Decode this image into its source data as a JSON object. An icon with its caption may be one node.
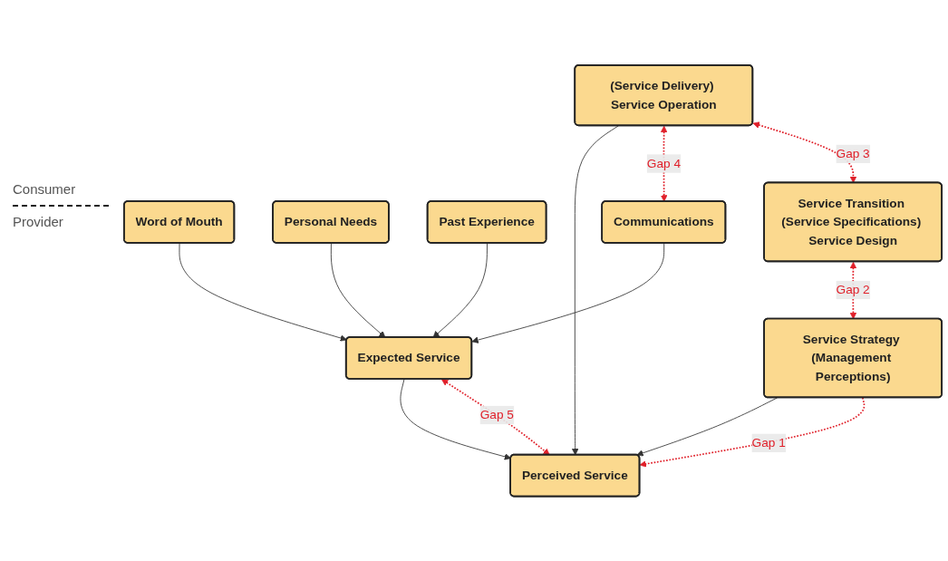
{
  "diagram": {
    "nodes": [
      {
        "text": [
          "Word of Mouth"
        ]
      },
      {
        "text": [
          "Personal Needs"
        ]
      },
      {
        "text": [
          "Past Experience"
        ]
      },
      {
        "text": [
          "Expected Service"
        ]
      },
      {
        "text": [
          "Perceived Service"
        ]
      },
      {
        "text": [
          "(Service Delivery) Service Operation"
        ]
      },
      {
        "text": [
          "Communications"
        ]
      },
      {
        "text": [
          "Service Transition (Service Specifications) Service Design"
        ]
      },
      {
        "text": [
          "Service Strategy (Management Perceptions)"
        ]
      }
    ],
    "edges": [
      {
        "from": 0,
        "to": 3,
        "arrow": "to"
      },
      {
        "from": 1,
        "to": 3,
        "arrow": "to"
      },
      {
        "from": 2,
        "to": 3,
        "arrow": "to"
      },
      {
        "from": 3,
        "to": 4,
        "arrow": "to"
      },
      {
        "from": 5,
        "to": 4,
        "arrow": "to"
      },
      {
        "from": 6,
        "to": 3,
        "arrow": "to"
      },
      {
        "from": 8,
        "to": 4,
        "arrow": "to"
      },
      {
        "from": 3,
        "to": 4,
        "arrow": "both",
        "label": "Gap 5",
        "style": "dashed",
        "color": "#e0202a"
      },
      {
        "from": 5,
        "to": 6,
        "arrow": "both",
        "label": "Gap 4",
        "style": "dashed",
        "color": "#e0202a"
      },
      {
        "from": 5,
        "to": 7,
        "arrow": "both",
        "label": "Gap 3",
        "style": "dashed",
        "color": "#e0202a"
      },
      {
        "from": 7,
        "to": 8,
        "arrow": "both",
        "label": "Gap 2",
        "style": "dashed",
        "color": "#e0202a"
      },
      {
        "from": 8,
        "to": 4,
        "arrow": "to",
        "label": "Gap 1",
        "style": "dashed",
        "color": "#e0202a"
      }
    ],
    "labels": [
      "Consumer",
      "Provider"
    ]
  }
}
